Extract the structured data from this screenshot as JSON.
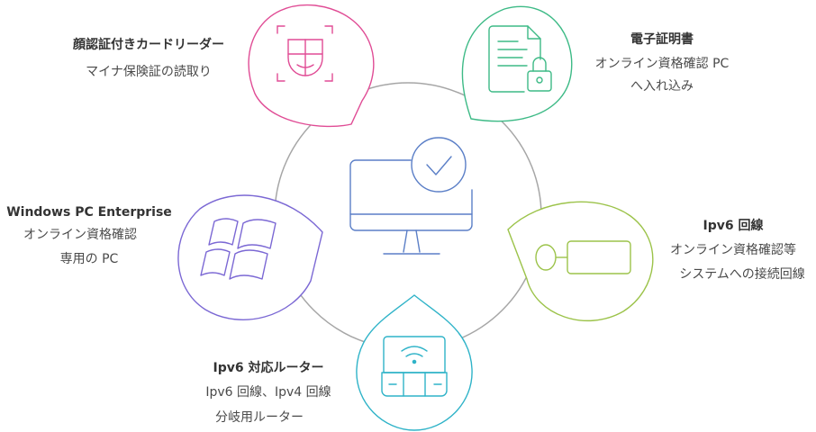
{
  "colors": {
    "ring": "#a6a6a6",
    "center": "#5b7fc7",
    "face": "#e04c95",
    "cert": "#3dba86",
    "windows": "#7b68d4",
    "ipv6": "#9cc34a",
    "router": "#2fb3c8"
  },
  "icons": {
    "center": "monitor-check-icon",
    "face": "face-scan-icon",
    "cert": "document-lock-icon",
    "windows": "windows-logo-icon",
    "ipv6": "key-icon",
    "router": "wifi-router-icon"
  },
  "nodes": {
    "face": {
      "title": "顔認証付きカードリーダー",
      "lines": [
        "マイナ保険証の読取り"
      ]
    },
    "cert": {
      "title": "電子証明書",
      "lines": [
        "オンライン資格確認 PC",
        "へ入れ込み"
      ]
    },
    "windows": {
      "title": "Windows PC Enterprise",
      "lines": [
        "オンライン資格確認",
        "専用の PC"
      ]
    },
    "ipv6": {
      "title": "Ipv6 回線",
      "lines": [
        "オンライン資格確認等",
        "システムへの接続回線"
      ]
    },
    "router": {
      "title": "Ipv6 対応ルーター",
      "lines": [
        "Ipv6 回線、Ipv4 回線",
        "分岐用ルーター"
      ]
    }
  }
}
